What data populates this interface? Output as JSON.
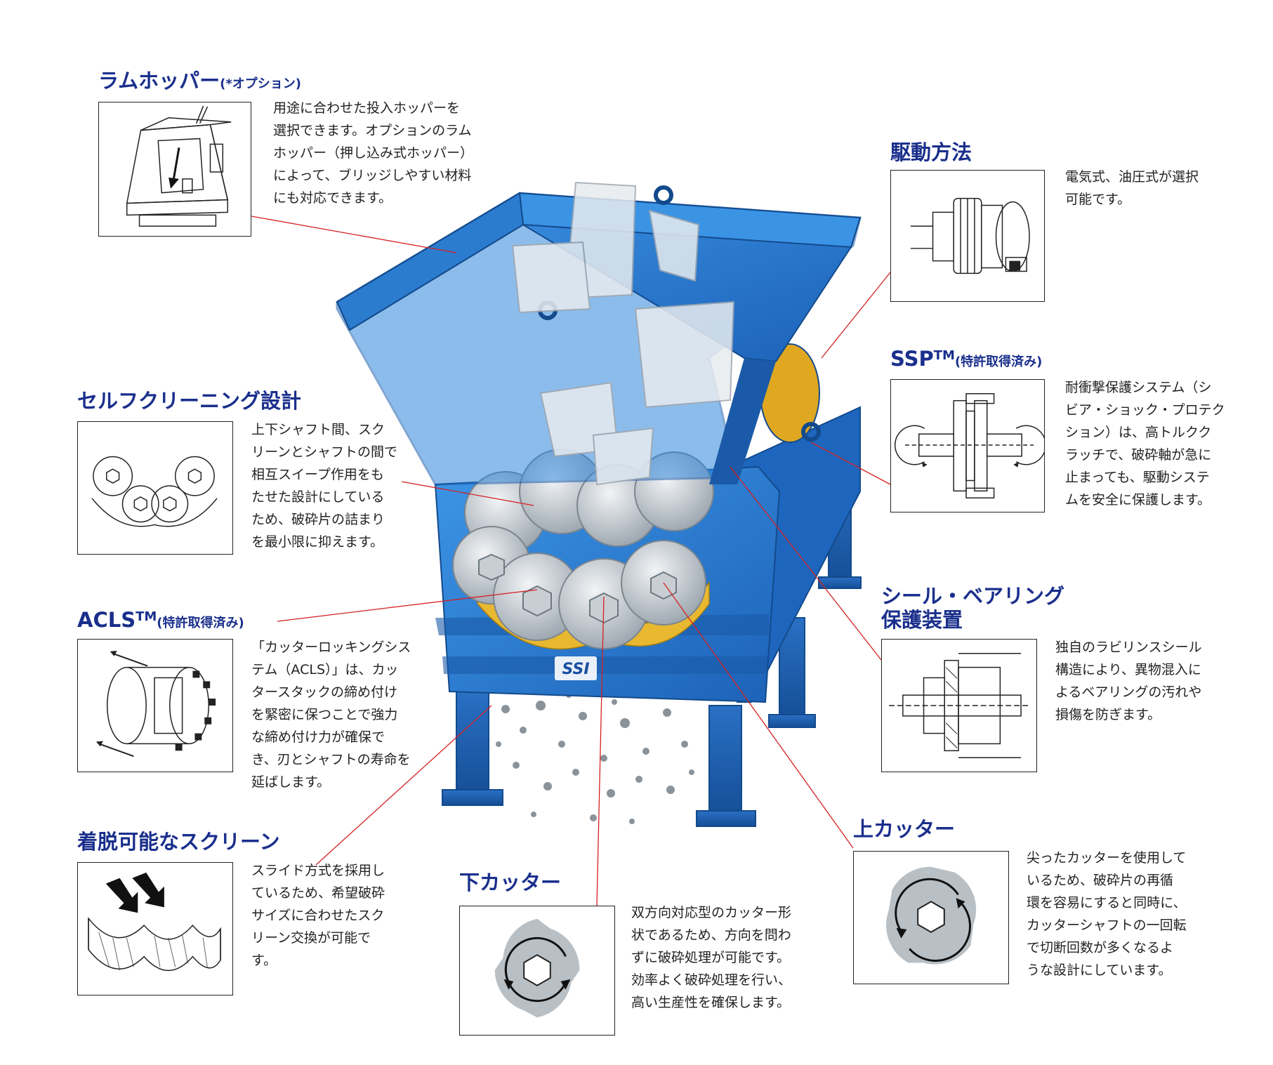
{
  "sections": {
    "ram_hopper": {
      "title": "ラムホッパー",
      "title_note": "(*オプション)",
      "desc": [
        "用途に合わせた投入ホッパーを",
        "選択できます。オプションのラム",
        "ホッパー（押し込み式ホッパー）",
        "によって、ブリッジしやすい材料",
        "にも対応できます。"
      ]
    },
    "drive": {
      "title": "駆動方法",
      "desc": [
        "電気式、油圧式が選択",
        "可能です。"
      ]
    },
    "ssp": {
      "title": "SSP",
      "tm": "TM",
      "title_note": "(特許取得済み)",
      "desc": [
        "耐衝撃保護システム（シ",
        "ビア・ショック・プロテク",
        "ション）は、高トルクク",
        "ラッチで、破砕軸が急に",
        "止まっても、駆動システ",
        "ムを安全に保護します。"
      ]
    },
    "self_cleaning": {
      "title": "セルフクリーニング設計",
      "desc": [
        "上下シャフト間、スク",
        "リーンとシャフトの間で",
        "相互スイープ作用をも",
        "たせた設計にしている",
        "ため、破砕片の詰まり",
        "を最小限に抑えます。"
      ]
    },
    "seal_bearing": {
      "title_line1": "シール・ベアリング",
      "title_line2": "保護装置",
      "desc": [
        "独自のラビリンスシール",
        "構造により、異物混入に",
        "よるベアリングの汚れや",
        "損傷を防ぎます。"
      ]
    },
    "acls": {
      "title": "ACLS",
      "tm": "TM",
      "title_note": "(特許取得済み)",
      "desc": [
        "「カッターロッキングシス",
        "テム（ACLS）」は、カッ",
        "タースタックの締め付け",
        "を緊密に保つことで強力",
        "な締め付け力が確保で",
        "き、刃とシャフトの寿命を",
        "延ばします。"
      ]
    },
    "screen": {
      "title": "着脱可能なスクリーン",
      "desc": [
        "スライド方式を採用し",
        "ているため、希望破砕",
        "サイズに合わせたスク",
        "リーン交換が可能で",
        "す。"
      ]
    },
    "lower_cutter": {
      "title": "下カッター",
      "desc": [
        "双方向対応型のカッター形",
        "状であるため、方向を問わ",
        "ずに破砕処理が可能です。",
        "効率よく破砕処理を行い、",
        "高い生産性を確保します。"
      ]
    },
    "upper_cutter": {
      "title": "上カッター",
      "desc": [
        "尖ったカッターを使用して",
        "いるため、破砕片の再循",
        "環を容易にすると同時に、",
        "カッターシャフトの一回転",
        "で切断回数が多くなるよ",
        "うな設計にしています。"
      ]
    }
  },
  "logo_text": "SSI",
  "colors": {
    "title": "#1a2f8c",
    "machine_blue": "#2a7fd4",
    "leader_red": "#d42020",
    "screen_yellow": "#e8b830",
    "cutter_gray": "#b8c0c6"
  }
}
